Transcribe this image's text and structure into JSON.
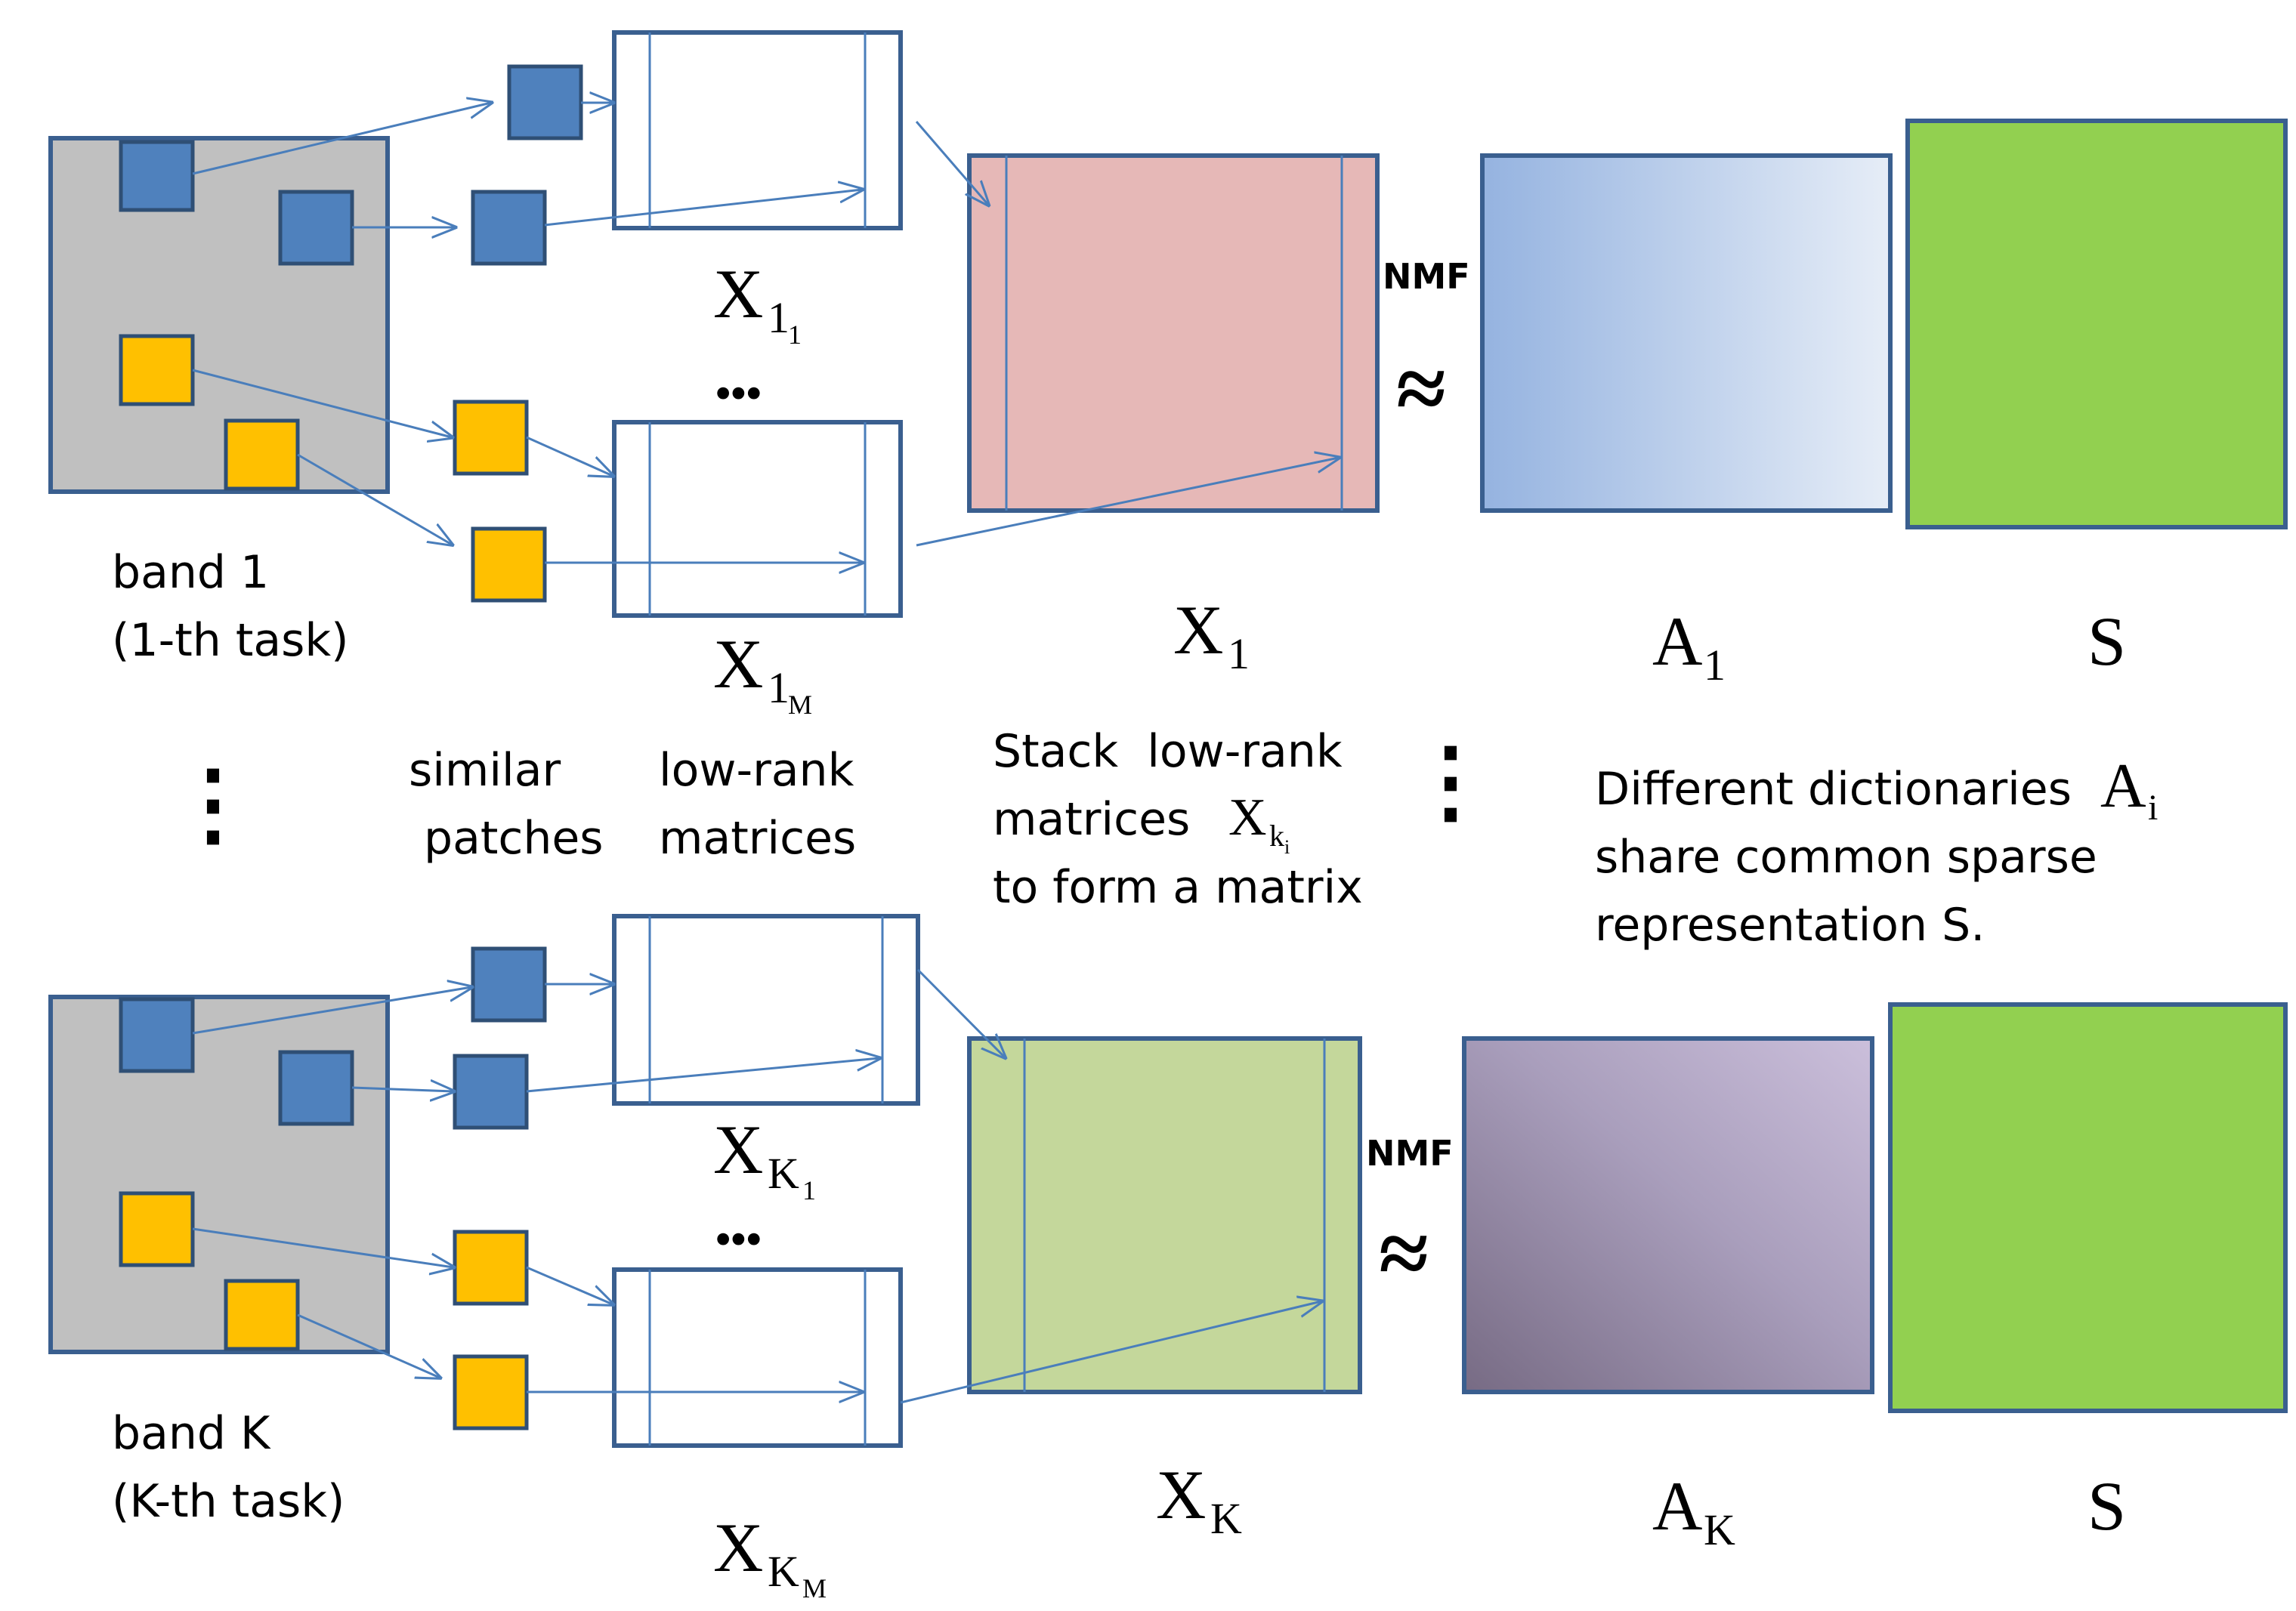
{
  "top": {
    "band_label": "band 1",
    "task_label": "(1-th task)",
    "group_first": {
      "main": "X",
      "sub": "1",
      "subsub": "1"
    },
    "ellipsis": "•••",
    "group_last": {
      "main": "X",
      "sub": "1",
      "subsub": "M"
    },
    "stack_matrix": {
      "main": "X",
      "sub": "1"
    },
    "nmf": "NMF",
    "approx": "≈",
    "dictionary": {
      "main": "A",
      "sub": "1"
    },
    "sparse": "S"
  },
  "bottom": {
    "band_label": "band K",
    "task_label": "(K-th task)",
    "group_first": {
      "main": "X",
      "sub": "K",
      "subsub": "1"
    },
    "ellipsis": "•••",
    "group_last": {
      "main": "X",
      "sub": "K",
      "subsub": "M"
    },
    "stack_matrix": {
      "main": "X",
      "sub": "K"
    },
    "nmf": "NMF",
    "approx": "≈",
    "dictionary": {
      "main": "A",
      "sub": "K"
    },
    "sparse": "S"
  },
  "middle": {
    "vdots": "⋮",
    "similar_patches": [
      "similar",
      "patches"
    ],
    "low_rank_matrices": [
      "low-rank",
      "matrices"
    ],
    "stack_text": {
      "line1": "Stack  low-rank",
      "line2": "matrices",
      "symbol": {
        "main": "X",
        "sub": "k",
        "subsub": "i"
      },
      "line3": "to form a matrix"
    },
    "dict_text": {
      "line1": "Different dictionaries",
      "symbol": {
        "main": "A",
        "sub": "i"
      },
      "line2": "share common sparse",
      "line3": "representation S."
    }
  },
  "colors": {
    "stroke": "#3a5f8f",
    "arrow": "#4a7ebb",
    "band_fill": "#c0c0c0",
    "blue_patch": "#4f81bd",
    "yellow_patch": "#ffc000",
    "x1_fill": "#e6b8b7",
    "xk_fill": "#c4d79b",
    "sparse_fill": "#92d050"
  }
}
